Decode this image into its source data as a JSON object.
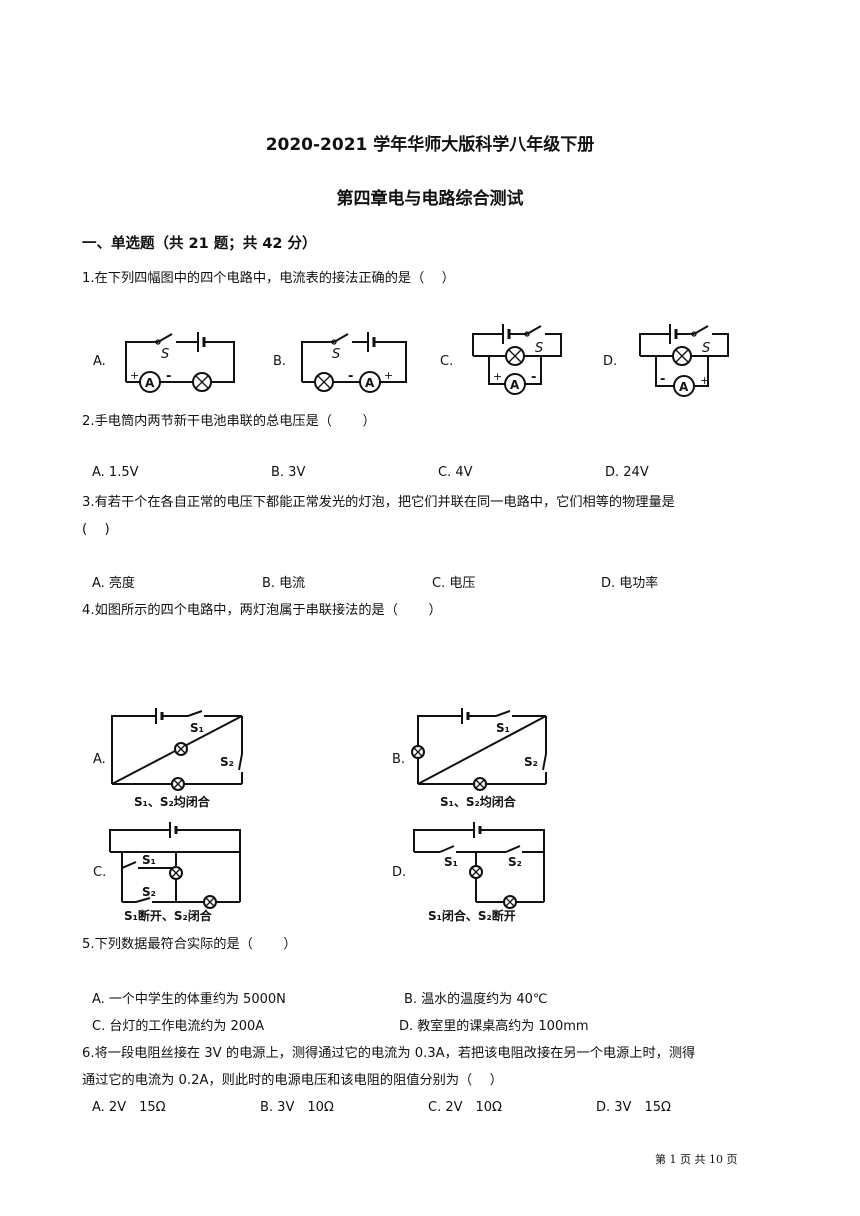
{
  "header": {
    "title_line1": "2020-2021 学年华师大版科学八年级下册",
    "title_line2": "第四章电与电路综合测试"
  },
  "section1": {
    "heading": "一、单选题（共 21 题；共 42 分）"
  },
  "questions": [
    {
      "stem": "1.在下列四幅图中的四个电路中，电流表的接法正确的是（　 ）",
      "options": [
        "A.",
        "B.",
        "C.",
        "D."
      ],
      "diagram_labels": {
        "switch": "S",
        "ammeter": "A",
        "plus": "+",
        "minus": "-"
      }
    },
    {
      "stem": "2.手电筒内两节新干电池串联的总电压是（　　 ）",
      "options": [
        "A. 1.5V",
        "B. 3V",
        "C. 4V",
        "D. 24V"
      ]
    },
    {
      "stem_line1": "3.有若干个在各自正常的电压下都能正常发光的灯泡，把它们并联在同一电路中，它们相等的物理量是",
      "stem_line2": "(　 )",
      "options": [
        "A. 亮度",
        "B. 电流",
        "C. 电压",
        "D. 电功率"
      ]
    },
    {
      "stem": "4.如图所示的四个电路中，两灯泡属于串联接法的是（　　 ）",
      "options": [
        "A.",
        "B.",
        "C.",
        "D."
      ],
      "diagram_labels": {
        "s1": "S₁",
        "s2": "S₂",
        "cap_ab": "S₁、S₂均闭合",
        "cap_c": "S₁断开、S₂闭合",
        "cap_d": "S₁闭合、S₂断开"
      }
    },
    {
      "stem": "5.下列数据最符合实际的是（　　 ）",
      "options": [
        "A. 一个中学生的体重约为 5000N",
        "B. 温水的温度约为 40℃",
        "C. 台灯的工作电流约为 200A",
        "D. 教室里的课桌高约为 100mm"
      ]
    },
    {
      "stem_line1": "6.将一段电阻丝接在 3V 的电源上，测得通过它的电流为 0.3A，若把该电阻改接在另一个电源上时，测得",
      "stem_line2": "通过它的电流为 0.2A，则此时的电源电压和该电阻的阻值分别为（　 ）",
      "options": [
        "A. 2V　15Ω",
        "B. 3V　10Ω",
        "C. 2V　10Ω",
        "D. 3V　15Ω"
      ]
    }
  ],
  "footer": {
    "page_info": "第 1 页 共 10 页"
  }
}
